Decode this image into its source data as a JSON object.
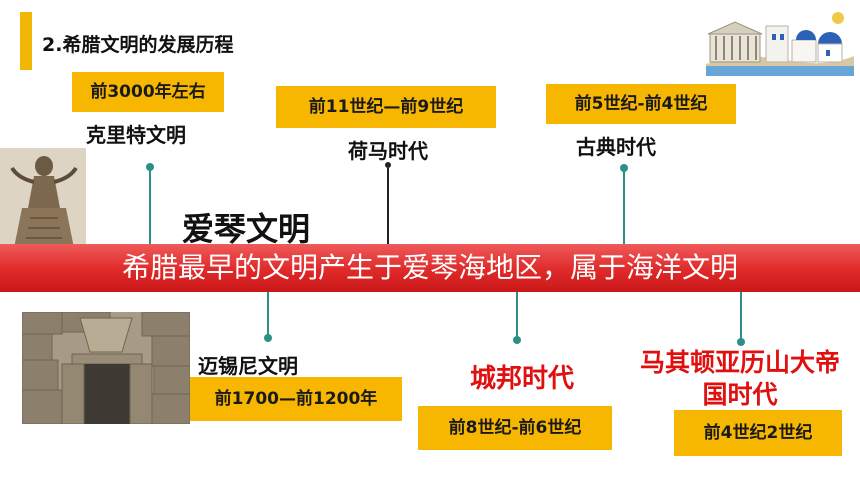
{
  "title": "2.希腊文明的发展历程",
  "aegean_label": "爱琴文明",
  "banner": "希腊最早的文明产生于爱琴海地区，属于海洋文明",
  "events": {
    "crete": {
      "date": "前3000年左右",
      "name": "克里特文明"
    },
    "homer": {
      "date": "前11世纪—前9世纪",
      "name": "荷马时代"
    },
    "classical": {
      "date": "前5世纪-前4世纪",
      "name": "古典时代"
    },
    "mycenae": {
      "date": "前1700—前1200年",
      "name": "迈锡尼文明"
    },
    "city_state": {
      "date": "前8世纪-前6世纪",
      "name": "城邦时代"
    },
    "macedon": {
      "date": "前4世纪2世纪",
      "name_line1": "马其顿亚历山大帝",
      "name_line2": "国时代"
    }
  },
  "colors": {
    "accent_yellow": "#f7b600",
    "banner_red": "#e02929",
    "highlight_red": "#e01010",
    "connector_teal": "#2e8f86"
  }
}
